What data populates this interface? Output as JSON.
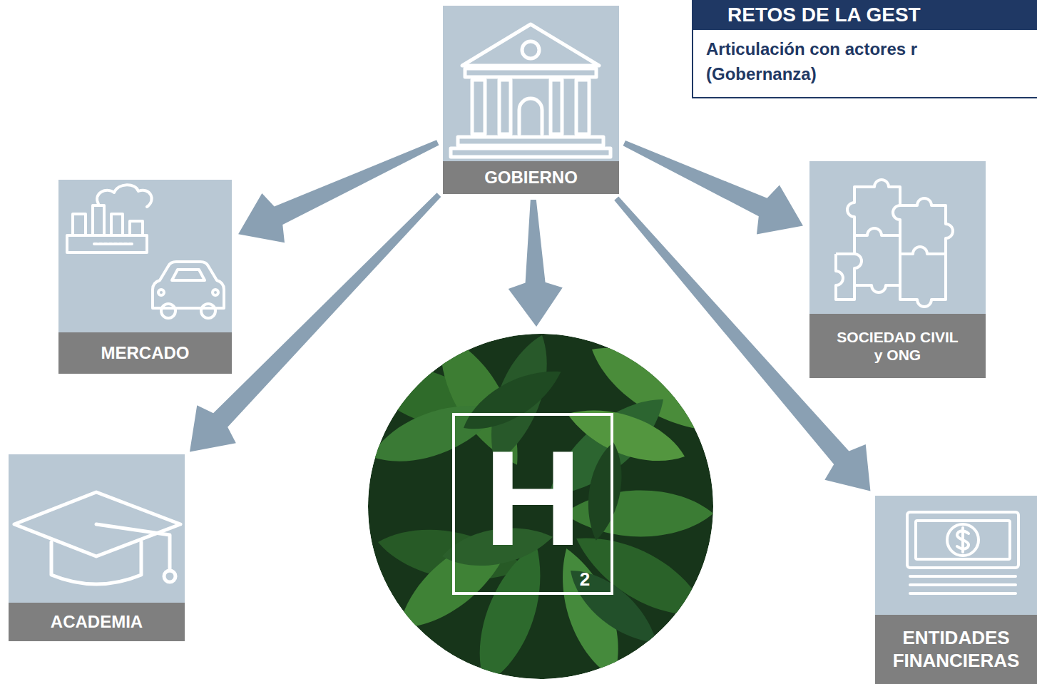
{
  "diagram": {
    "title": "RETOS DE LA GEST",
    "nodes": [
      {
        "text": [
          "GOBIERNO"
        ]
      },
      {
        "text": [
          "MERCADO"
        ]
      },
      {
        "text": [
          "SOCIEDAD CIVIL y ONG"
        ]
      },
      {
        "text": [
          "ACADEMIA"
        ]
      },
      {
        "text": [
          "H",
          "2"
        ]
      },
      {
        "text": [
          "ENTIDADES FINANCIERAS"
        ]
      }
    ],
    "edges": [
      {
        "from": 0,
        "to": 1,
        "arrow": "to"
      },
      {
        "from": 0,
        "to": 2,
        "arrow": "to"
      },
      {
        "from": 0,
        "to": 3,
        "arrow": "to"
      },
      {
        "from": 0,
        "to": 4,
        "arrow": "to"
      },
      {
        "from": 0,
        "to": 5,
        "arrow": "to"
      }
    ],
    "labels": [
      "Articulación con actores r (Gobernanza)"
    ]
  }
}
